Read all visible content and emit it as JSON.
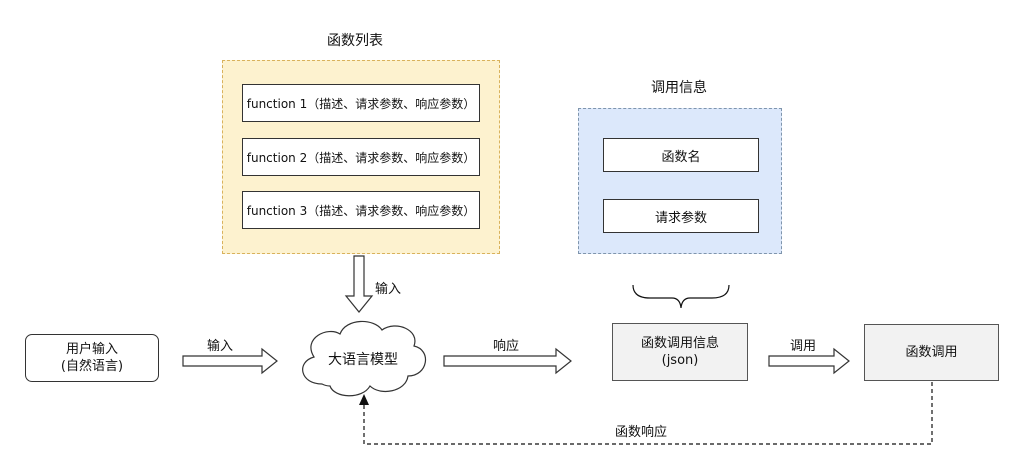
{
  "function_list": {
    "title": "函数列表",
    "items": [
      "function 1（描述、请求参数、响应参数）",
      "function 2（描述、请求参数、响应参数）",
      "function 3（描述、请求参数、响应参数）"
    ]
  },
  "call_info": {
    "title": "调用信息",
    "items": [
      "函数名",
      "请求参数"
    ]
  },
  "nodes": {
    "user_input_line1": "用户输入",
    "user_input_line2": "(自然语言)",
    "llm": "大语言模型",
    "call_info_json_line1": "函数调用信息",
    "call_info_json_line2": "(json)",
    "function_call": "函数调用"
  },
  "edges": {
    "list_to_llm": "输入",
    "user_to_llm": "输入",
    "llm_to_callinfo": "响应",
    "callinfo_to_call": "调用",
    "call_to_llm": "函数响应"
  },
  "colors": {
    "yellow_group_fill": "#fdf2cf",
    "yellow_group_border": "#d9b25c",
    "blue_group_fill": "#dce8fb",
    "blue_group_border": "#7f95ad",
    "gray_box_fill": "#f2f2f2"
  }
}
